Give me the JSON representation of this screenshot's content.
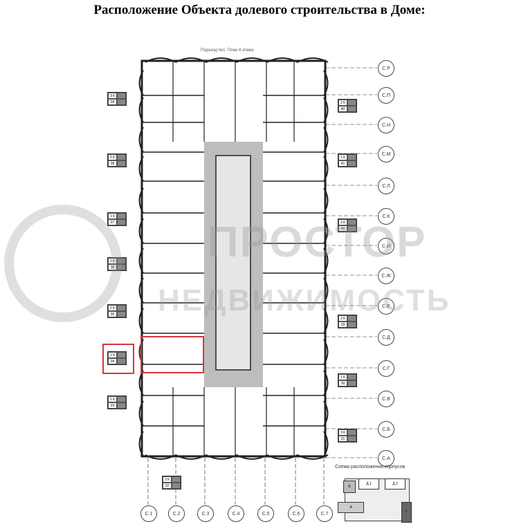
{
  "title": "Расположение Объекта долевого строительства в Доме:",
  "plan_caption": "Подъезд №1. План 4 этажа",
  "scheme_caption": "Схема расположения корпусов",
  "axes_rows": [
    "С.Р",
    "С.П",
    "С.Н",
    "С.М",
    "С.Л",
    "С.К",
    "С.И",
    "С.Ж",
    "С.Е",
    "С.Д",
    "С.Г",
    "С.В",
    "С.Б",
    "С.А"
  ],
  "axes_cols": [
    "С.1",
    "С.2",
    "С.3",
    "С.4",
    "С.5",
    "С.6",
    "С.7"
  ],
  "left_tags": [
    {
      "rooms": "3 К",
      "num": "39"
    },
    {
      "rooms": "2 К",
      "num": "38"
    },
    {
      "rooms": "1 К",
      "num": "37"
    },
    {
      "rooms": "1 К",
      "num": "36"
    },
    {
      "rooms": "2 К",
      "num": "35"
    },
    {
      "rooms": "1 К",
      "num": "34"
    },
    {
      "rooms": "1 К",
      "num": "33"
    }
  ],
  "right_tags": [
    {
      "rooms": "2 К",
      "num": "40"
    },
    {
      "rooms": "1 К",
      "num": "41"
    },
    {
      "rooms": "2 К",
      "num": "42"
    },
    {
      "rooms": "2 К",
      "num": "29"
    },
    {
      "rooms": "1 К",
      "num": "30"
    },
    {
      "rooms": "3 К",
      "num": "31"
    }
  ],
  "bottom_tag": {
    "rooms": "2 К",
    "num": "32"
  },
  "highlight_color": "#d9343a",
  "scheme_blocks": [
    "Б",
    "Д.1",
    "Д.2",
    "А",
    "Г"
  ],
  "watermark": {
    "line1": "ПРОСТОР",
    "line2": "НЕДВИЖИМОСТЬ"
  }
}
